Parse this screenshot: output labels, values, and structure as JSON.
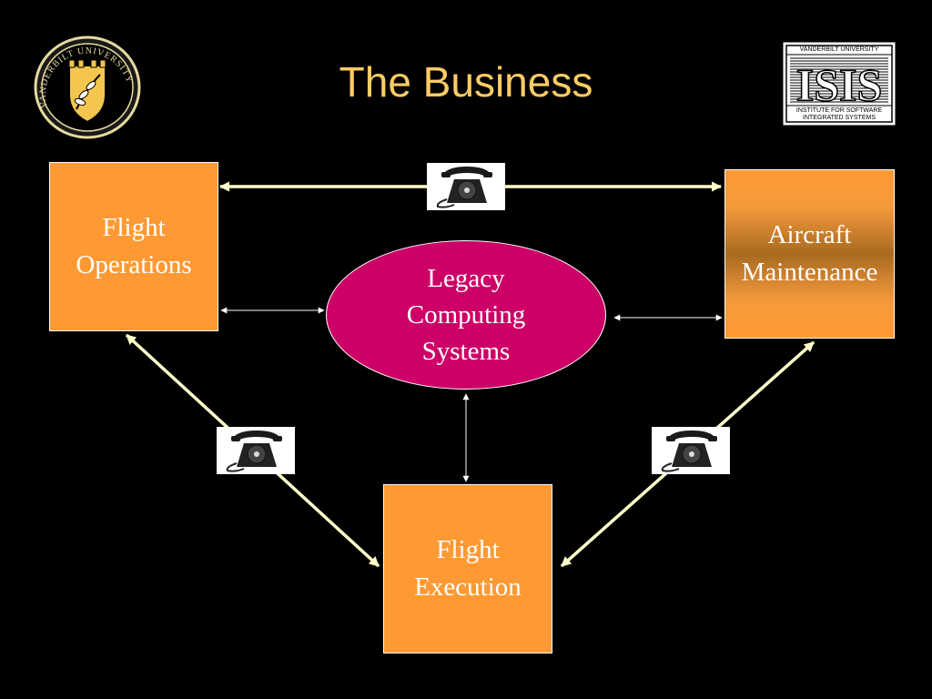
{
  "slide": {
    "title": "The Business"
  },
  "nodes": {
    "flight_operations": {
      "line1": "Flight",
      "line2": "Operations"
    },
    "aircraft_maintenance": {
      "line1": "Aircraft",
      "line2": "Maintenance"
    },
    "flight_execution": {
      "line1": "Flight",
      "line2": "Execution"
    },
    "legacy_systems": {
      "line1": "Legacy",
      "line2": "Computing",
      "line3": "Systems"
    }
  },
  "logos": {
    "vanderbilt_seal": {
      "ring_text": "VANDERBILT UNIVERSITY"
    },
    "isis": {
      "top_text": "VANDERBILT UNIVERSITY",
      "bottom_line1": "INSTITUTE FOR SOFTWARE",
      "bottom_line2": "INTEGRATED SYSTEMS",
      "mark": "ISIS"
    }
  },
  "icons": {
    "phone": "telephone-icon"
  },
  "colors": {
    "background": "#000000",
    "title": "#ffcc66",
    "box_fill": "#ff9933",
    "ellipse_fill": "#cc0066",
    "arrow": "#ffffcc"
  }
}
